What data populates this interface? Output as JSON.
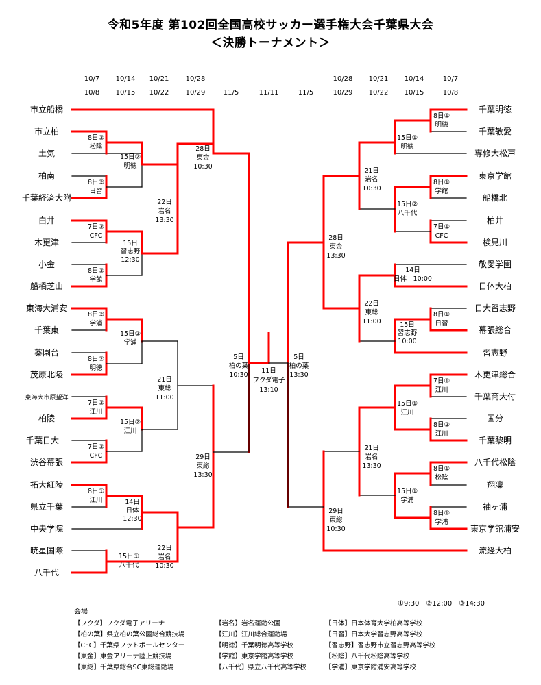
{
  "title": "令和5年度 第102回全国高校サッカー選手権大会千葉県大会",
  "subtitle": "＜決勝トーナメント＞",
  "dates_left_top": [
    "10/7",
    "10/14",
    "10/21",
    "10/28"
  ],
  "dates_left_bottom": [
    "10/8",
    "10/15",
    "10/22",
    "10/29",
    "11/5"
  ],
  "date_final": "11/11",
  "dates_right_bottom": [
    "11/5",
    "10/29",
    "10/22",
    "10/15",
    "10/8"
  ],
  "dates_right_top": [
    "10/28",
    "10/21",
    "10/14",
    "10/7"
  ],
  "left_teams": [
    "市立船橋",
    "市立柏",
    "土気",
    "柏南",
    "千葉経済大附",
    "白井",
    "木更津",
    "小金",
    "船橋芝山",
    "東海大浦安",
    "千葉東",
    "薬園台",
    "茂原北陵",
    "東海大市原望洋",
    "柏陵",
    "千葉日大一",
    "渋谷幕張",
    "拓大紅陵",
    "県立千葉",
    "中央学院",
    "暁星国際",
    "八千代"
  ],
  "right_teams": [
    "千葉明徳",
    "千葉敬愛",
    "専修大松戸",
    "東京学館",
    "船橋北",
    "柏井",
    "検見川",
    "敬愛学園",
    "日体大柏",
    "日大習志野",
    "幕張総合",
    "習志野",
    "木更津総合",
    "千葉商大付",
    "国分",
    "千葉黎明",
    "八千代松陰",
    "翔凜",
    "袖ヶ浦",
    "東京学館浦安",
    "流経大柏"
  ],
  "match_notes": {
    "l_r1_a": [
      "8日②",
      "松陰"
    ],
    "l_r1_b": [
      "8日②",
      "日習"
    ],
    "l_r1_c": [
      "7日③",
      "CFC"
    ],
    "l_r1_d": [
      "8日②",
      "学館"
    ],
    "l_r1_e": [
      "8日②",
      "学浦"
    ],
    "l_r1_f": [
      "8日②",
      "明徳"
    ],
    "l_r1_g": [
      "7日②",
      "江川"
    ],
    "l_r1_h": [
      "7日②",
      "CFC"
    ],
    "l_r1_i": [
      "8日①",
      "江川"
    ],
    "l_r2_a": [
      "15日②",
      "明徳"
    ],
    "l_r2_b": [
      "15日",
      "習志野",
      "12:30"
    ],
    "l_r2_c": [
      "15日②",
      "学浦"
    ],
    "l_r2_d": [
      "15日②",
      "江川"
    ],
    "l_r2_e": [
      "14日",
      "日体",
      "12:30"
    ],
    "l_r2_f": [
      "15日①",
      "八千代"
    ],
    "l_r3_a": [
      "22日",
      "岩名",
      "13:30"
    ],
    "l_r3_b": [
      "21日",
      "東総",
      "11:00"
    ],
    "l_r3_c": [
      "22日",
      "岩名",
      "10:30"
    ],
    "l_r4_a": [
      "28日",
      "東金",
      "10:30"
    ],
    "l_r4_b": [
      "29日",
      "東総",
      "13:30"
    ],
    "l_semi": [
      "5日",
      "柏の葉",
      "10:30"
    ],
    "final": [
      "11日",
      "フクダ電子",
      "13:10"
    ],
    "r_semi": [
      "5日",
      "柏の葉",
      "13:30"
    ],
    "r_r4_a": [
      "28日",
      "東金",
      "13:30"
    ],
    "r_r4_b": [
      "29日",
      "東総",
      "10:30"
    ],
    "r_r3_a": [
      "21日",
      "岩名",
      "10:30"
    ],
    "r_r3_b": [
      "22日",
      "東総",
      "11:00"
    ],
    "r_r3_c": [
      "21日",
      "岩名",
      "13:30"
    ],
    "r_r2_a": [
      "15日①",
      "明徳"
    ],
    "r_r2_b": [
      "15日②",
      "八千代"
    ],
    "r_r2_c": [
      "14日",
      "日体　10:00"
    ],
    "r_r2_d": [
      "15日",
      "習志野",
      "10:00"
    ],
    "r_r2_e": [
      "15日①",
      "江川"
    ],
    "r_r2_f": [
      "15日①",
      "学浦"
    ],
    "r_r1_a": [
      "8日①",
      "明徳"
    ],
    "r_r1_b": [
      "8日①",
      "学館"
    ],
    "r_r1_c": [
      "7日①",
      "CFC"
    ],
    "r_r1_d": [
      "8日①",
      "日習"
    ],
    "r_r1_e": [
      "7日①",
      "江川"
    ],
    "r_r1_f": [
      "8日②",
      "江川"
    ],
    "r_r1_g": [
      "8日①",
      "松陰"
    ],
    "r_r1_h": [
      "8日①",
      "学浦"
    ]
  },
  "time_legend": "①9:30　②12:00　③14:30",
  "venue_title": "会場",
  "venues": [
    [
      "【フクダ】フクダ電子アリーナ",
      "【岩名】岩名運動公園",
      "【日体】日本体育大学柏高等学校"
    ],
    [
      "【柏の葉】県立柏の葉公園総合競技場",
      "【江川】江川総合運動場",
      "【日習】日本大学習志野高等学校"
    ],
    [
      "【CFC】千葉県フットボールセンター",
      "【明徳】千葉明徳高等学校",
      "【習志野】習志野市立習志野高等学校"
    ],
    [
      "【東金】東金アリーナ陸上競技場",
      "【学館】東京学館高等学校",
      "【松陰】八千代松陰高等学校"
    ],
    [
      "【東総】千葉県総合SC東総運動場",
      "【八千代】県立八千代高等学校",
      "【学浦】東京学館浦安高等学校"
    ]
  ],
  "colors": {
    "winner_line": "#ff0000",
    "line": "#000000"
  }
}
